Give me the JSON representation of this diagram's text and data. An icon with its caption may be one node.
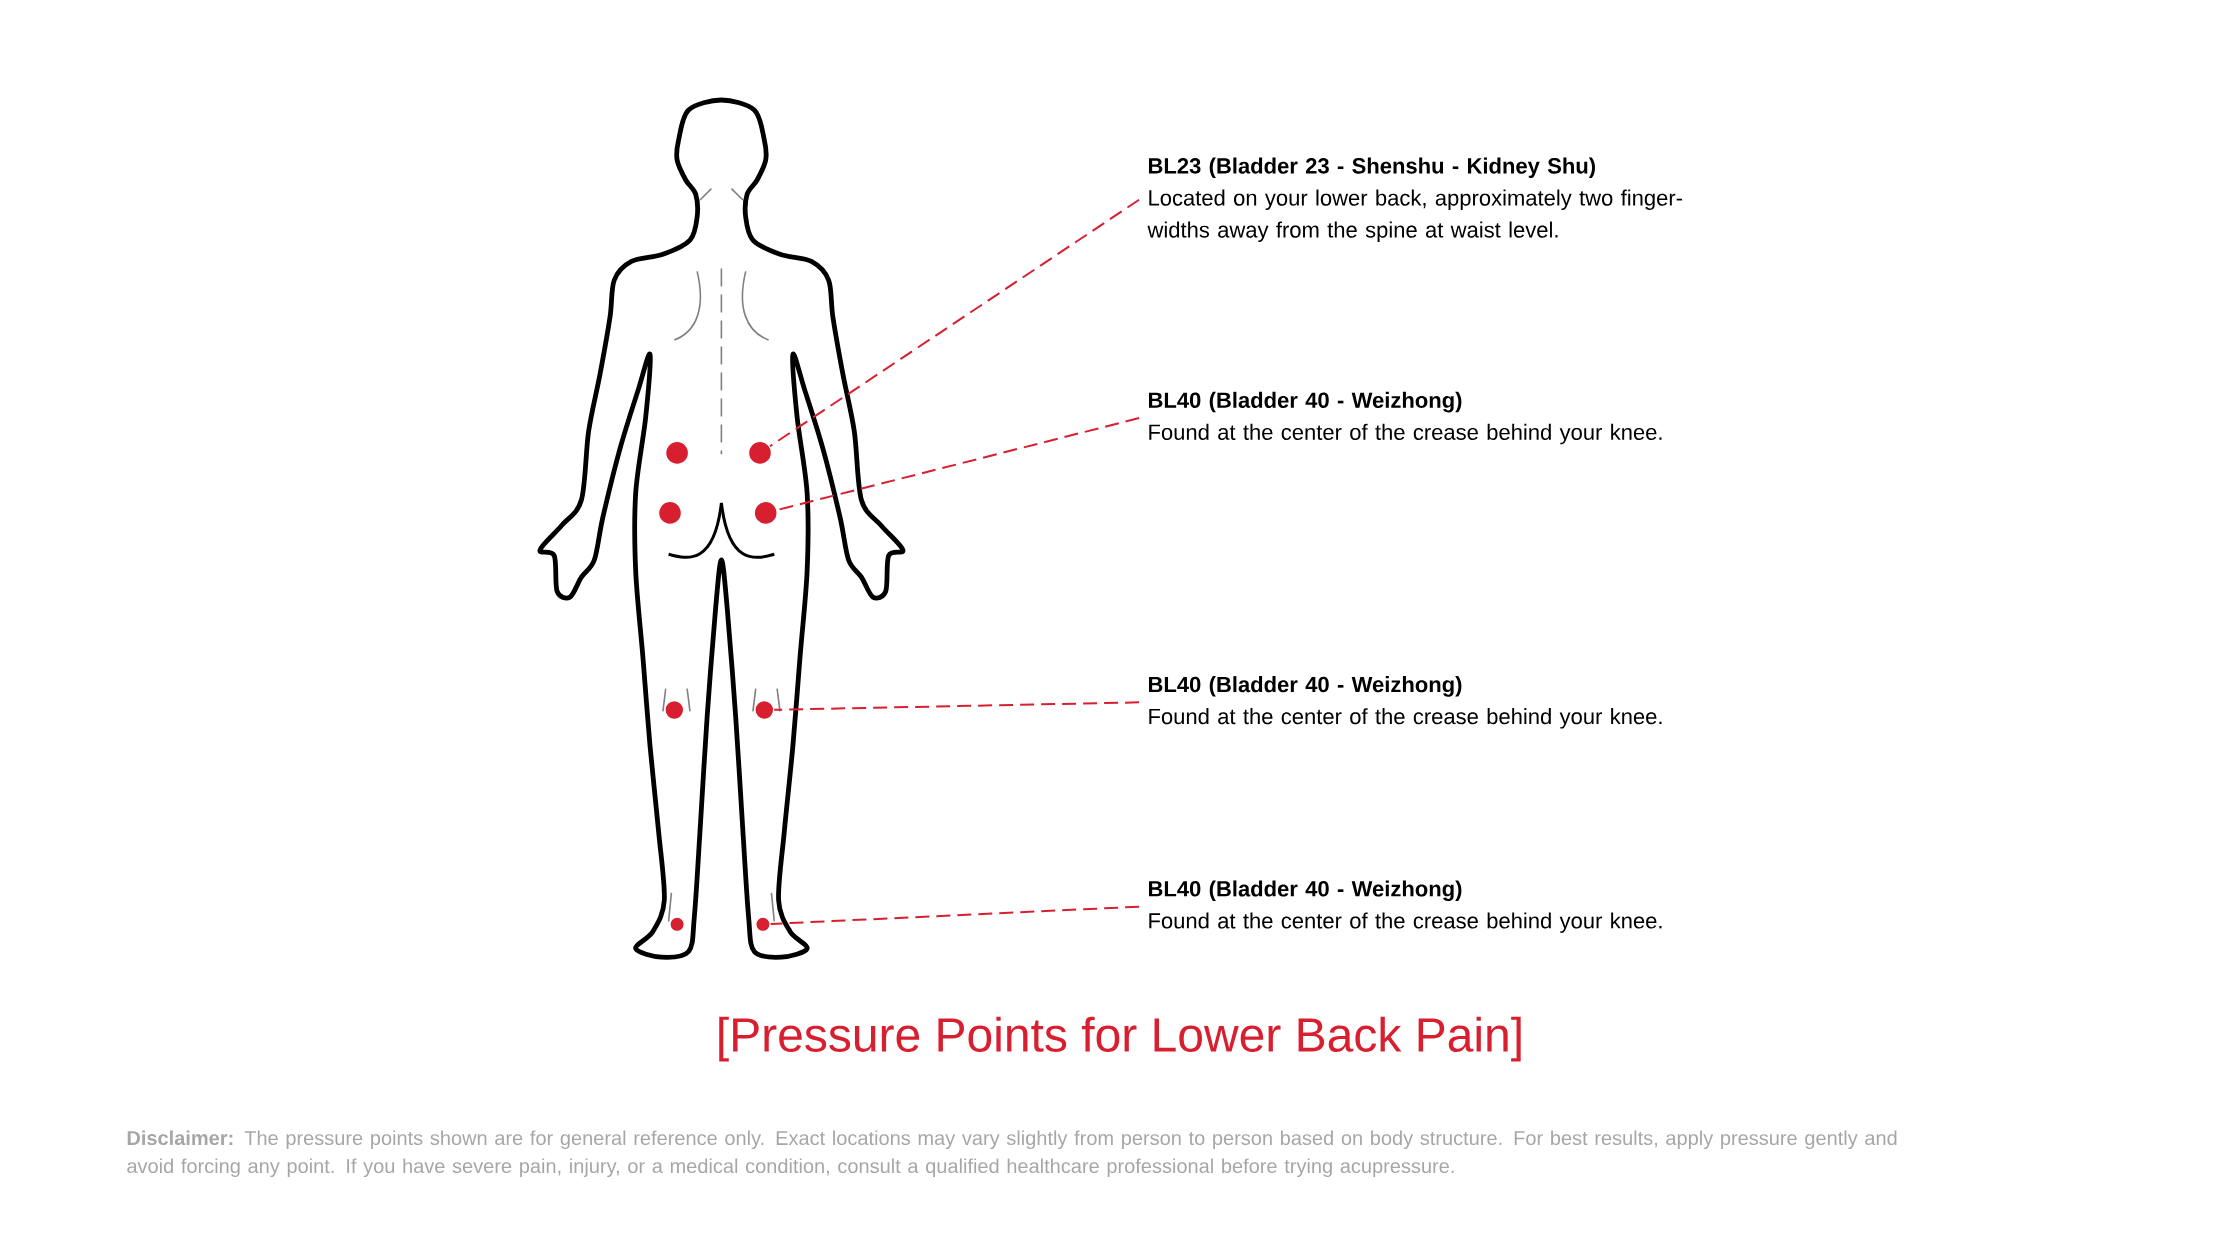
{
  "diagram": {
    "title": "[Pressure Points for Lower Back Pain]",
    "nodes": [
      {
        "text": [],
        "shape": "circle"
      },
      {
        "text": [],
        "shape": "circle"
      },
      {
        "text": [],
        "shape": "circle"
      },
      {
        "text": [],
        "shape": "circle"
      },
      {
        "text": [],
        "shape": "circle"
      },
      {
        "text": [],
        "shape": "circle"
      },
      {
        "text": [],
        "shape": "circle"
      },
      {
        "text": [],
        "shape": "circle"
      },
      {
        "text": [
          "BL23 (Bladder 23 - Shenshu - Kidney Shu)",
          "Located on your lower back, approximately two finger-widths away from the spine at waist level."
        ]
      },
      {
        "text": [
          "BL40 (Bladder 40 - Weizhong)",
          "Found at the center of the crease behind your knee."
        ]
      },
      {
        "text": [
          "BL40 (Bladder 40 - Weizhong)",
          "Found at the center of the crease behind your knee."
        ]
      },
      {
        "text": [
          "BL40 (Bladder 40 - Weizhong)",
          "Found at the center of the crease behind your knee."
        ]
      }
    ],
    "edges": [
      {
        "from": 8,
        "to": 1,
        "arrow": "none",
        "style": "dashed"
      },
      {
        "from": 9,
        "to": 3,
        "arrow": "none",
        "style": "dashed"
      },
      {
        "from": 10,
        "to": 5,
        "arrow": "none",
        "style": "dashed"
      },
      {
        "from": 11,
        "to": 7,
        "arrow": "none",
        "style": "dashed"
      }
    ],
    "labels": [
      "**Disclaimer:** The pressure points shown are for general reference only. Exact locations may vary slightly from person to person based on body structure. For best results, apply pressure gently and avoid forcing any point. If you have severe pain, injury, or a medical condition, consult a qualified healthcare professional before trying acupressure."
    ]
  }
}
